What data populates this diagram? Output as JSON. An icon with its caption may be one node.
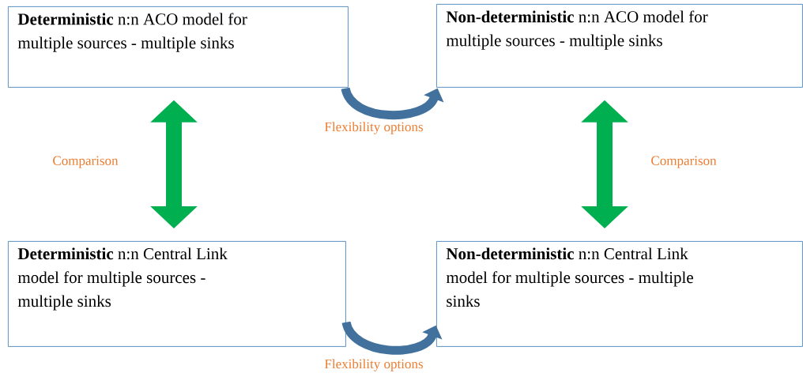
{
  "diagram": {
    "nodes": [
      {
        "text": [
          "**Deterministic** n:n ACO model for multiple sources - multiple sinks"
        ]
      },
      {
        "text": [
          "**Non-deterministic** n:n ACO model for multiple sources - multiple sinks"
        ]
      },
      {
        "text": [
          "**Deterministic** n:n Central Link model for multiple sources - multiple sinks"
        ]
      },
      {
        "text": [
          "**Non-deterministic** n:n Central Link model for multiple sources - multiple sinks"
        ]
      }
    ],
    "edges": [
      {
        "from": 0,
        "to": 2,
        "arrow": "both",
        "label": "Comparison",
        "style": "thick",
        "color": "#00b050"
      },
      {
        "from": 0,
        "to": 1,
        "arrow": "to",
        "label": "Flexibility options",
        "color": "#41719c"
      },
      {
        "from": 1,
        "to": 3,
        "arrow": "both",
        "label": "Comparison",
        "style": "thick",
        "color": "#00b050"
      },
      {
        "from": 2,
        "to": 3,
        "arrow": "to",
        "label": "Flexibility options",
        "color": "#41719c"
      }
    ]
  }
}
